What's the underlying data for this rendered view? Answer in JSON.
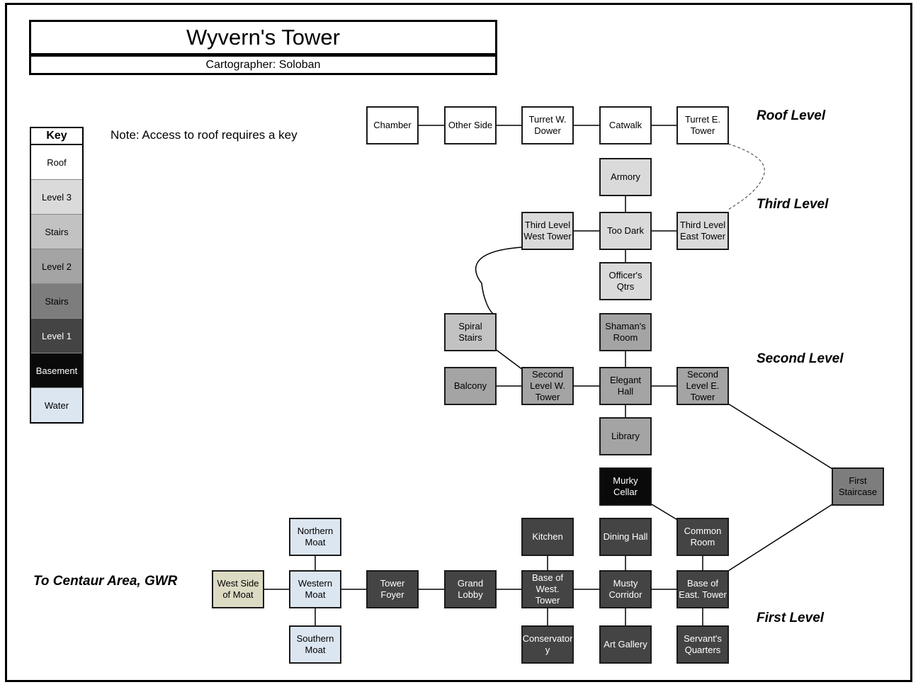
{
  "title": "Wyvern's Tower",
  "subtitle": "Cartographer: Soloban",
  "note": "Note: Access to roof requires a key",
  "key": {
    "title": "Key",
    "items": [
      {
        "label": "Roof",
        "color": "#ffffff",
        "text_color": "#000000"
      },
      {
        "label": "Level 3",
        "color": "#dadada",
        "text_color": "#000000"
      },
      {
        "label": "Stairs",
        "color": "#c2c2c2",
        "text_color": "#000000"
      },
      {
        "label": "Level 2",
        "color": "#a4a4a4",
        "text_color": "#000000"
      },
      {
        "label": "Stairs",
        "color": "#7d7d7d",
        "text_color": "#000000"
      },
      {
        "label": "Level 1",
        "color": "#444444",
        "text_color": "#ffffff"
      },
      {
        "label": "Basement",
        "color": "#0a0a0a",
        "text_color": "#ffffff"
      },
      {
        "label": "Water",
        "color": "#dce6f1",
        "text_color": "#000000"
      }
    ]
  },
  "levels": {
    "roof": "Roof Level",
    "third": "Third Level",
    "second": "Second Level",
    "first": "First Level",
    "exit": "To Centaur Area, GWR"
  },
  "rooms": {
    "chamber": {
      "label": "Chamber",
      "type": "roof"
    },
    "other_side": {
      "label": "Other Side",
      "type": "roof"
    },
    "turret_w": {
      "label": "Turret W.\nDower",
      "type": "roof"
    },
    "catwalk": {
      "label": "Catwalk",
      "type": "roof"
    },
    "turret_e": {
      "label": "Turret E.\nTower",
      "type": "roof"
    },
    "armory": {
      "label": "Armory",
      "type": "level3"
    },
    "third_w": {
      "label": "Third Level\nWest Tower",
      "type": "level3"
    },
    "too_dark": {
      "label": "Too Dark",
      "type": "level3"
    },
    "third_e": {
      "label": "Third Level\nEast Tower",
      "type": "level3"
    },
    "officers": {
      "label": "Officer's\nQtrs",
      "type": "level3"
    },
    "spiral": {
      "label": "Spiral Stairs",
      "type": "stairs_upper"
    },
    "shaman": {
      "label": "Shaman's\nRoom",
      "type": "level2"
    },
    "balcony": {
      "label": "Balcony",
      "type": "level2"
    },
    "second_w": {
      "label": "Second\nLevel W.\nTower",
      "type": "level2"
    },
    "elegant": {
      "label": "Elegant Hall",
      "type": "level2"
    },
    "second_e": {
      "label": "Second\nLevel E.\nTower",
      "type": "level2"
    },
    "library": {
      "label": "Library",
      "type": "level2"
    },
    "first_stair": {
      "label": "First\nStaircase",
      "type": "stairs_lower"
    },
    "murky": {
      "label": "Murky\nCellar",
      "type": "basement"
    },
    "northern_moat": {
      "label": "Northern\nMoat",
      "type": "water"
    },
    "kitchen": {
      "label": "Kitchen",
      "type": "level1"
    },
    "dining": {
      "label": "Dining Hall",
      "type": "level1"
    },
    "common": {
      "label": "Common\nRoom",
      "type": "level1"
    },
    "west_moat_side": {
      "label": "West Side\nof Moat",
      "type": "exit"
    },
    "western_moat": {
      "label": "Western\nMoat",
      "type": "water"
    },
    "foyer": {
      "label": "Tower Foyer",
      "type": "level1"
    },
    "grand_lobby": {
      "label": "Grand\nLobby",
      "type": "level1"
    },
    "base_w": {
      "label": "Base of\nWest. Tower",
      "type": "level1"
    },
    "musty": {
      "label": "Musty\nCorridor",
      "type": "level1"
    },
    "base_e": {
      "label": "Base of\nEast. Tower",
      "type": "level1"
    },
    "southern_moat": {
      "label": "Southern\nMoat",
      "type": "water"
    },
    "conservatory": {
      "label": "Conservator\ny",
      "type": "level1"
    },
    "art_gallery": {
      "label": "Art Gallery",
      "type": "level1"
    },
    "servants": {
      "label": "Servant's\nQuarters",
      "type": "level1"
    }
  },
  "colors": {
    "roof": "#ffffff",
    "level3": "#dadada",
    "stairs_upper": "#c2c2c2",
    "level2": "#a4a4a4",
    "stairs_lower": "#7d7d7d",
    "level1": "#444444",
    "basement": "#0a0a0a",
    "water": "#dce6f1",
    "exit": "#dddac4"
  }
}
